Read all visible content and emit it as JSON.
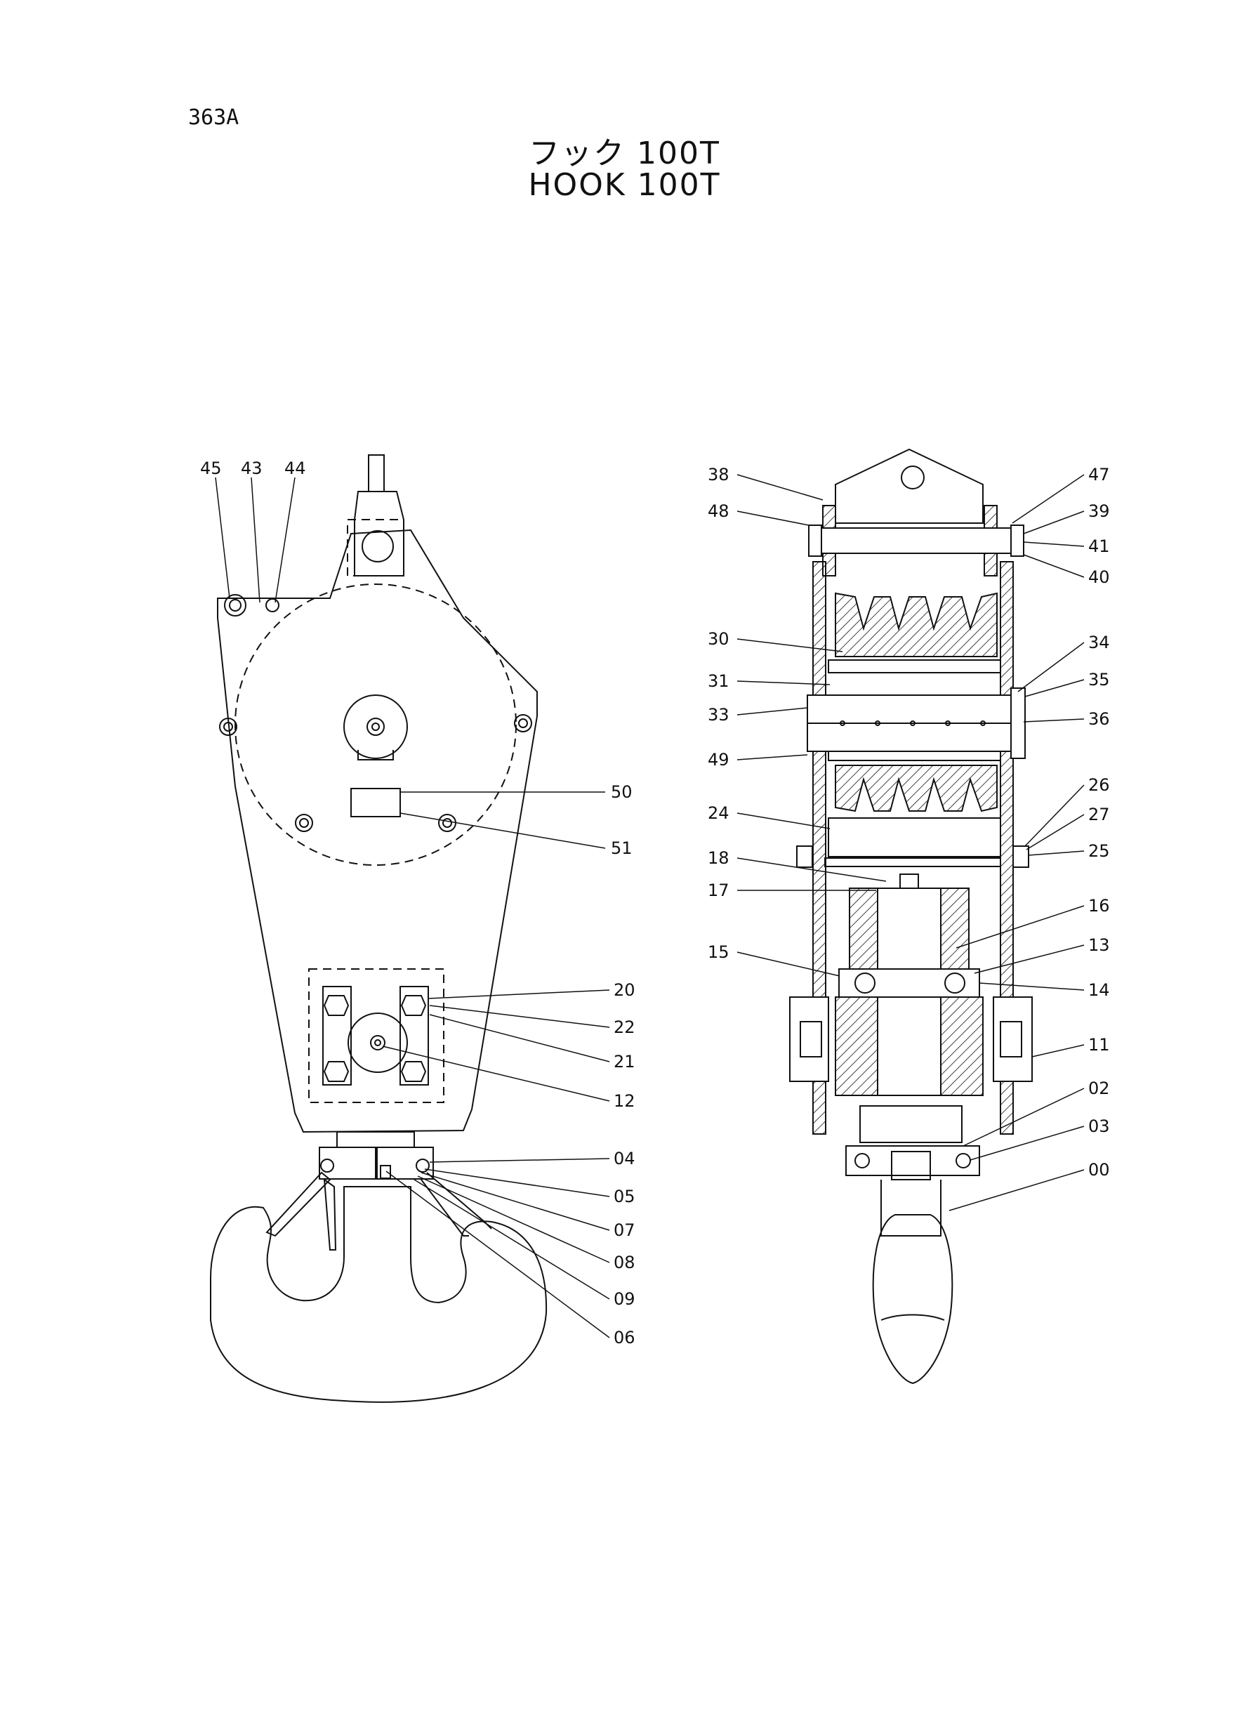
{
  "page_code": "363A",
  "title_jp": "フック 100T",
  "title_en": "HOOK 100T",
  "callouts": {
    "left": [
      "45",
      "43",
      "44",
      "50",
      "51",
      "20",
      "22",
      "21",
      "12",
      "04",
      "05",
      "07",
      "08",
      "09",
      "06"
    ],
    "right": [
      "38",
      "48",
      "47",
      "39",
      "41",
      "40",
      "30",
      "31",
      "33",
      "49",
      "34",
      "35",
      "36",
      "24",
      "26",
      "27",
      "25",
      "18",
      "17",
      "16",
      "15",
      "13",
      "14",
      "11",
      "02",
      "03",
      "00"
    ]
  }
}
